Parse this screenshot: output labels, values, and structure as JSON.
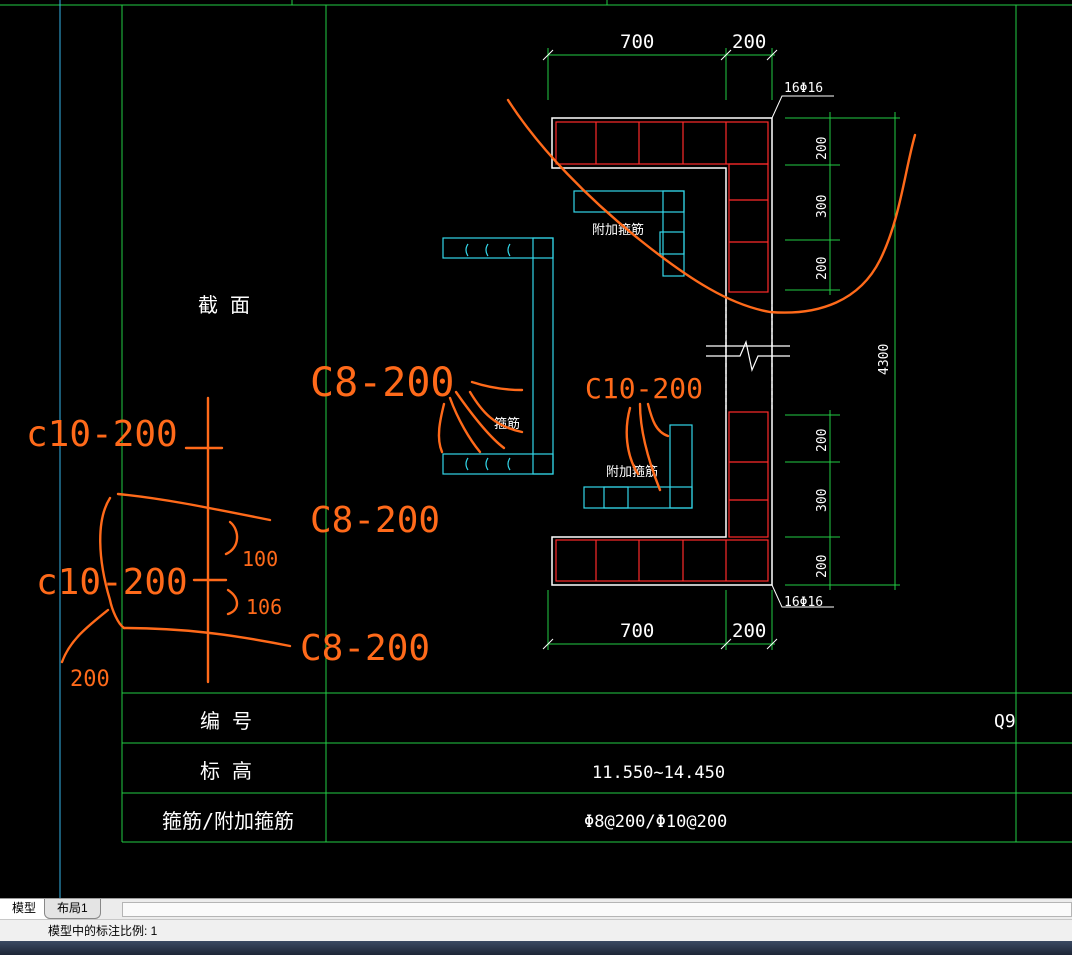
{
  "drawing": {
    "section_title": "截 面",
    "dims": {
      "top_left": "700",
      "top_right": "200",
      "bottom_left": "700",
      "bottom_right": "200",
      "right_200_a": "200",
      "right_300_a": "300",
      "right_200_b": "200",
      "right_200_c": "200",
      "right_300_b": "300",
      "right_200_d": "200",
      "total_height": "4300"
    },
    "rebar_top": "16Φ16",
    "rebar_bottom": "16Φ16",
    "label_stirrup": "箍筋",
    "label_extra_top": "附加箍筋",
    "label_extra_bottom": "附加箍筋"
  },
  "table": {
    "row1_label": "编 号",
    "row1_value": "Q9",
    "row2_label": "标 高",
    "row2_value": "11.550~14.450",
    "row3_label": "箍筋/附加箍筋",
    "row3_value": "Φ8@200/Φ10@200"
  },
  "annotations": {
    "c8_main": "C8-200",
    "c10_main": "C10-200",
    "c10_left_top": "c10-200",
    "c8_left_mid": "C8-200",
    "c10_left_mid": "c10-200",
    "c8_left_bottom": "C8-200",
    "spacing_a": "100",
    "spacing_b": "106",
    "width_note": "200"
  },
  "tabs": {
    "model": "模型",
    "layout1": "布局1"
  },
  "status": {
    "text": "模型中的标注比例: 1"
  },
  "colors": {
    "grid": "#00e676",
    "frame": "#22cc44",
    "wall": "#ff2a2a",
    "cyan": "#33d6e8",
    "hand": "#ff6a1a"
  }
}
